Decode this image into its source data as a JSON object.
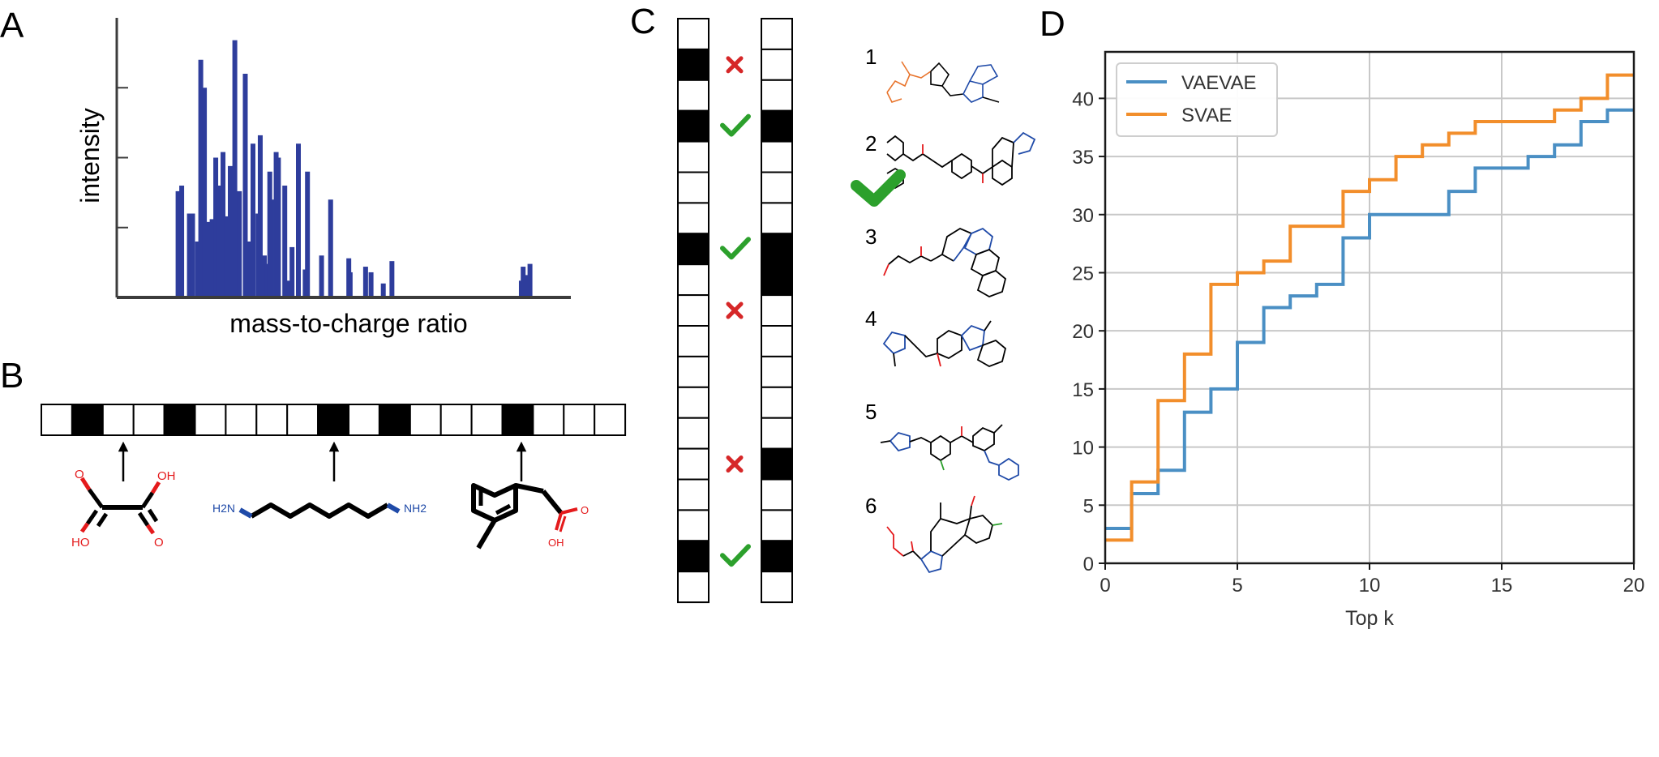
{
  "panel_labels": {
    "a": "A",
    "b": "B",
    "c": "C",
    "d": "D"
  },
  "panel_a": {
    "ylabel": "intensity",
    "xlabel": "mass-to-charge ratio"
  },
  "panel_b": {
    "fingerprint_bits": [
      0,
      1,
      0,
      0,
      1,
      0,
      0,
      0,
      0,
      1,
      0,
      1,
      0,
      0,
      0,
      1,
      0,
      0,
      0
    ],
    "molecule_labels": {
      "oxalic_acid": [
        "OH",
        "HO",
        "O",
        "O"
      ],
      "diamine": [
        "H2N",
        "NH2"
      ],
      "acid": [
        "OH",
        "O"
      ]
    }
  },
  "panel_c": {
    "left_bits": [
      0,
      1,
      0,
      1,
      0,
      0,
      0,
      1,
      0,
      0,
      0,
      0,
      0,
      0,
      0,
      0,
      0,
      1,
      0
    ],
    "right_bits": [
      0,
      0,
      0,
      1,
      0,
      0,
      0,
      1,
      1,
      0,
      0,
      0,
      0,
      0,
      1,
      0,
      0,
      1,
      0
    ],
    "marks": [
      {
        "row": 1,
        "kind": "cross"
      },
      {
        "row": 3,
        "kind": "check"
      },
      {
        "row": 7,
        "kind": "check"
      },
      {
        "row": 9,
        "kind": "cross"
      },
      {
        "row": 14,
        "kind": "cross"
      },
      {
        "row": 17,
        "kind": "check"
      }
    ],
    "candidate_numbers": [
      "1",
      "2",
      "3",
      "4",
      "5",
      "6"
    ],
    "selected_candidate": "2",
    "colors": {
      "check": "#2ca02c",
      "cross": "#d62728"
    }
  },
  "chart_data": [
    {
      "type": "bar",
      "panel": "A",
      "title": "",
      "xlabel": "mass-to-charge ratio",
      "ylabel": "intensity",
      "x": [
        0.135,
        0.143,
        0.16,
        0.167,
        0.178,
        0.185,
        0.193,
        0.2,
        0.21,
        0.218,
        0.226,
        0.234,
        0.242,
        0.25,
        0.26,
        0.27,
        0.283,
        0.29,
        0.3,
        0.311,
        0.316,
        0.325,
        0.331,
        0.337,
        0.341,
        0.351,
        0.356,
        0.37,
        0.38,
        0.386,
        0.4,
        0.415,
        0.42,
        0.451,
        0.471,
        0.514,
        0.511,
        0.548,
        0.56,
        0.587,
        0.606,
        0.891,
        0.895,
        0.904,
        0.91
      ],
      "values": [
        0.38,
        0.4,
        0.3,
        0.3,
        0.2,
        0.85,
        0.75,
        0.27,
        0.28,
        0.5,
        0.4,
        0.52,
        0.29,
        0.47,
        0.92,
        0.38,
        0.8,
        0.2,
        0.55,
        0.3,
        0.58,
        0.15,
        0.12,
        0.45,
        0.35,
        0.52,
        0.5,
        0.4,
        0.06,
        0.18,
        0.55,
        0.1,
        0.45,
        0.15,
        0.35,
        0.09,
        0.14,
        0.11,
        0.09,
        0.05,
        0.13,
        0.06,
        0.11,
        0.08,
        0.12
      ],
      "xlim": [
        0,
        1
      ],
      "ylim": [
        0,
        1
      ],
      "yticks": [
        0.25,
        0.5,
        0.75
      ],
      "show_tick_labels": false,
      "color": "#2e3d9c"
    },
    {
      "type": "line",
      "panel": "D",
      "title": "",
      "xlabel": "Top k",
      "ylabel": "",
      "xlim": [
        0,
        20
      ],
      "ylim": [
        0,
        44
      ],
      "xticks": [
        "0",
        "5",
        "10",
        "15",
        "20"
      ],
      "yticks": [
        "0",
        "5",
        "10",
        "15",
        "20",
        "25",
        "30",
        "35",
        "40"
      ],
      "grid": true,
      "legend_position": "top-left",
      "series": [
        {
          "name": "VAEVAE",
          "color": "#4a8fc4",
          "x": [
            0,
            1,
            2,
            3,
            4,
            5,
            6,
            7,
            8,
            9,
            10,
            11,
            12,
            13,
            14,
            15,
            16,
            17,
            18,
            19,
            20
          ],
          "values": [
            3,
            6,
            8,
            13,
            15,
            19,
            22,
            23,
            24,
            28,
            30,
            30,
            30,
            32,
            34,
            34,
            35,
            36,
            38,
            39,
            39
          ]
        },
        {
          "name": "SVAE",
          "color": "#f28e2b",
          "x": [
            0,
            1,
            2,
            3,
            4,
            5,
            6,
            7,
            8,
            9,
            10,
            11,
            12,
            13,
            14,
            15,
            16,
            17,
            18,
            19,
            20
          ],
          "values": [
            2,
            7,
            14,
            18,
            24,
            25,
            26,
            29,
            29,
            32,
            33,
            35,
            36,
            37,
            38,
            38,
            38,
            39,
            40,
            42,
            42
          ]
        }
      ]
    }
  ]
}
